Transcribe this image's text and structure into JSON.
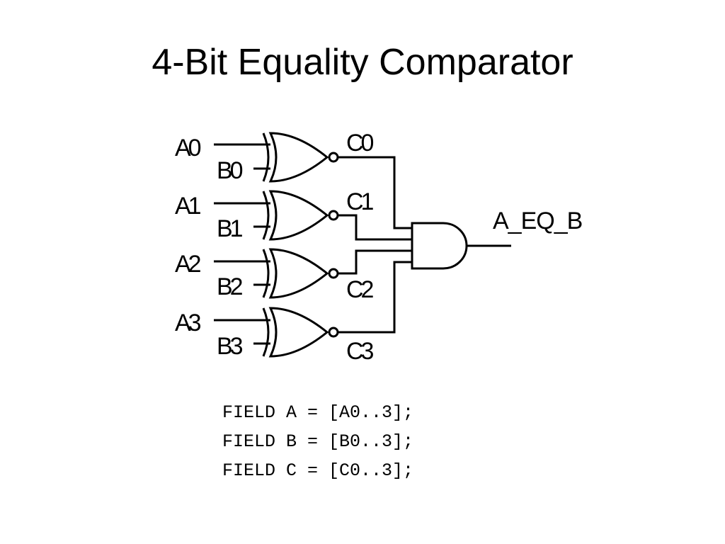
{
  "title": "4-Bit Equality Comparator",
  "circuit": {
    "inputs_a": [
      "A0",
      "A1",
      "A2",
      "A3"
    ],
    "inputs_b": [
      "B0",
      "B1",
      "B2",
      "B3"
    ],
    "intermediate": [
      "C0",
      "C1",
      "C2",
      "C3"
    ],
    "output": "A_EQ_B"
  },
  "code_lines": [
    "FIELD A = [A0..3];",
    "FIELD B = [B0..3];",
    "FIELD C = [C0..3];"
  ]
}
